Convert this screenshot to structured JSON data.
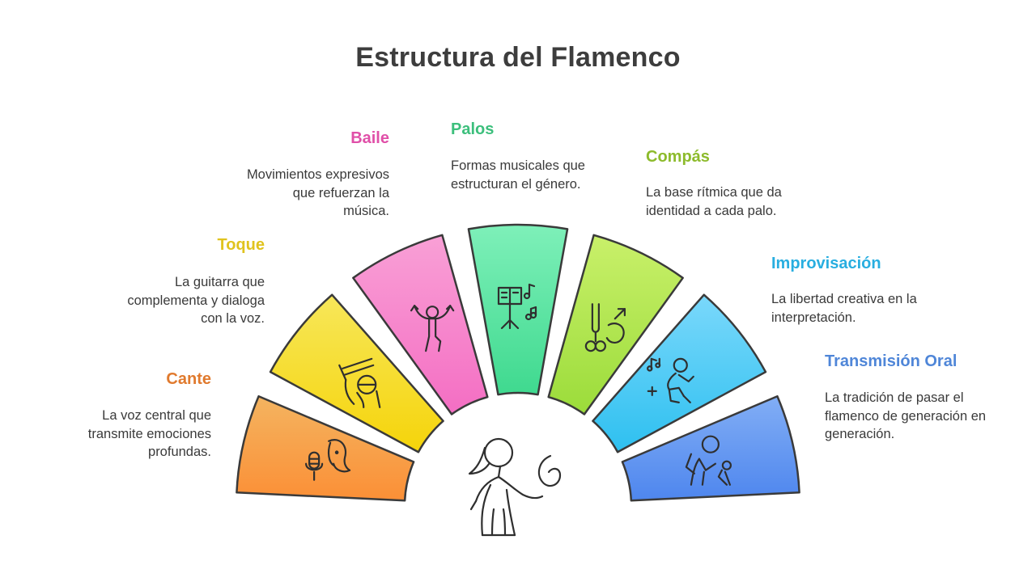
{
  "title": "Estructura del Flamenco",
  "sections": [
    {
      "id": "cante",
      "label": "Cante",
      "description": "La voz central que transmite emociones profundas.",
      "color": "#e07a2e",
      "gradient": [
        "#f4b460",
        "#fb8f36"
      ],
      "icon": "singer-microphone-icon"
    },
    {
      "id": "toque",
      "label": "Toque",
      "description": "La guitarra que complementa y dialoga con la voz.",
      "color": "#e0c31e",
      "gradient": [
        "#f7e75a",
        "#f5d40a"
      ],
      "icon": "guitarist-icon"
    },
    {
      "id": "baile",
      "label": "Baile",
      "description": "Movimientos expresivos que refuerzan la música.",
      "color": "#e04fa8",
      "gradient": [
        "#f9a0d6",
        "#f46ec3"
      ],
      "icon": "dancer-icon"
    },
    {
      "id": "palos",
      "label": "Palos",
      "description": "Formas musicales que estructuran el género.",
      "color": "#3cbf7c",
      "gradient": [
        "#7ef0b9",
        "#3fd98f"
      ],
      "icon": "music-stand-icon"
    },
    {
      "id": "compas",
      "label": "Compás",
      "description": "La base rítmica que da identidad a cada palo.",
      "color": "#8dbb2c",
      "gradient": [
        "#c9f06a",
        "#9bdc3a"
      ],
      "icon": "tuning-fork-icon"
    },
    {
      "id": "improvisacion",
      "label": "Improvisación",
      "description": "La libertad creativa en la interpretación.",
      "color": "#28aee0",
      "gradient": [
        "#7ad8fb",
        "#2ec0f0"
      ],
      "icon": "improvising-dancer-icon"
    },
    {
      "id": "transmision",
      "label": "Transmisión Oral",
      "description": "La tradición de pasar el flamenco de generación en generación.",
      "color": "#4f86d8",
      "gradient": [
        "#82aef5",
        "#4e86ee"
      ],
      "icon": "teacher-child-icon"
    }
  ],
  "center_icon": "flamenco-dancer-icon"
}
